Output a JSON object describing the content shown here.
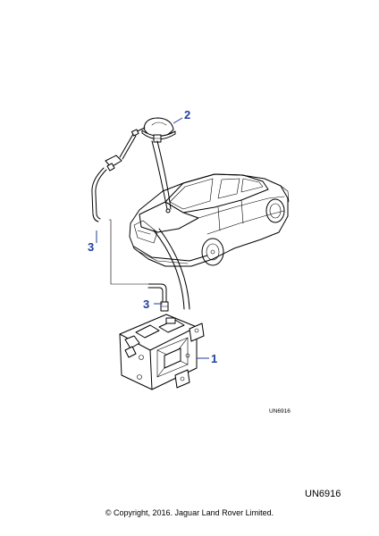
{
  "callouts": [
    {
      "id": "callout-1",
      "label": "1"
    },
    {
      "id": "callout-2",
      "label": "2"
    },
    {
      "id": "callout-3a",
      "label": "3"
    },
    {
      "id": "callout-3b",
      "label": "3"
    }
  ],
  "diagram_ref_small": "UN6916",
  "diagram_ref_large": "UN6916",
  "copyright": "© Copyright, 2016. Jaguar Land Rover Limited.",
  "colors": {
    "callout": "#1f3f9a",
    "line": "#000000",
    "background": "#ffffff"
  }
}
